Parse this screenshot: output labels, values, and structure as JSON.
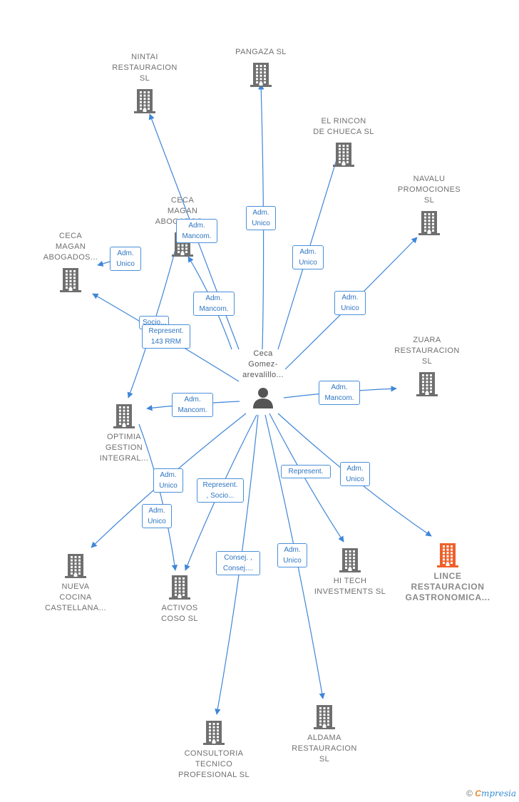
{
  "center": {
    "label": "Ceca\nGomez-\narevalillo..."
  },
  "companies": [
    {
      "id": "nintai",
      "label": "NINTAI\nRESTAURACION\nSL",
      "highlight": false
    },
    {
      "id": "pangaza",
      "label": "PANGAZA  SL",
      "highlight": false
    },
    {
      "id": "el-rincon",
      "label": "EL RINCON\nDE CHUECA SL",
      "highlight": false
    },
    {
      "id": "navalu",
      "label": "NAVALU\nPROMOCIONES\nSL",
      "highlight": false
    },
    {
      "id": "ceca-magan-1",
      "label": "CECA\nMAGAN\nABOGADOS...",
      "highlight": false
    },
    {
      "id": "ceca-magan-2",
      "label": "CECA\nMAGAN\nABOGADOS...",
      "highlight": false
    },
    {
      "id": "zuara",
      "label": "ZUARA\nRESTAURACION\nSL",
      "highlight": false
    },
    {
      "id": "optimia",
      "label": "OPTIMIA\nGESTION\nINTEGRAL...",
      "highlight": false
    },
    {
      "id": "nueva-cocina",
      "label": "NUEVA\nCOCINA\nCASTELLANA...",
      "highlight": false
    },
    {
      "id": "activos",
      "label": "ACTIVOS\nCOSO  SL",
      "highlight": false
    },
    {
      "id": "hi-tech",
      "label": "HI TECH\nINVESTMENTS SL",
      "highlight": false
    },
    {
      "id": "lince",
      "label": "LINCE\nRESTAURACION\nGASTRONOMICA...",
      "highlight": true
    },
    {
      "id": "consultoria",
      "label": "CONSULTORIA\nTECNICO\nPROFESIONAL SL",
      "highlight": false
    },
    {
      "id": "aldama",
      "label": "ALDAMA\nRESTAURACION\nSL",
      "highlight": false
    }
  ],
  "edge_labels": [
    {
      "id": "e-nintai",
      "text": "Adm.\nMancom."
    },
    {
      "id": "e-pangaza",
      "text": "Adm.\nUnico"
    },
    {
      "id": "e-rincon",
      "text": "Adm.\nUnico"
    },
    {
      "id": "e-navalu",
      "text": "Adm.\nUnico"
    },
    {
      "id": "e-ceca-magan-1",
      "text": "Adm.\nMancom."
    },
    {
      "id": "e-ceca-magan-2",
      "text": "Adm.\nUnico"
    },
    {
      "id": "e-socio",
      "text": "Socio..."
    },
    {
      "id": "e-represent-143",
      "text": "Represent.\n143 RRM"
    },
    {
      "id": "e-zuara",
      "text": "Adm.\nMancom."
    },
    {
      "id": "e-optimia",
      "text": "Adm.\nMancom."
    },
    {
      "id": "e-nueva-cocina",
      "text": "Adm.\nUnico"
    },
    {
      "id": "e-activos-1",
      "text": "Adm.\nUnico"
    },
    {
      "id": "e-activos-2",
      "text": "Represent.\n, Socio..."
    },
    {
      "id": "e-hi-tech",
      "text": "Represent."
    },
    {
      "id": "e-lince",
      "text": "Adm.\nUnico"
    },
    {
      "id": "e-consultoria",
      "text": "Consej. ,\nConsej...."
    },
    {
      "id": "e-aldama",
      "text": "Adm.\nUnico"
    }
  ],
  "colors": {
    "edge": "#3f86d8",
    "building": "#6f6f6f",
    "building_highlight": "#f0602a",
    "person": "#555555"
  },
  "footer": {
    "copyright": "©",
    "brand_first": "C",
    "brand_rest": "mpresia"
  }
}
